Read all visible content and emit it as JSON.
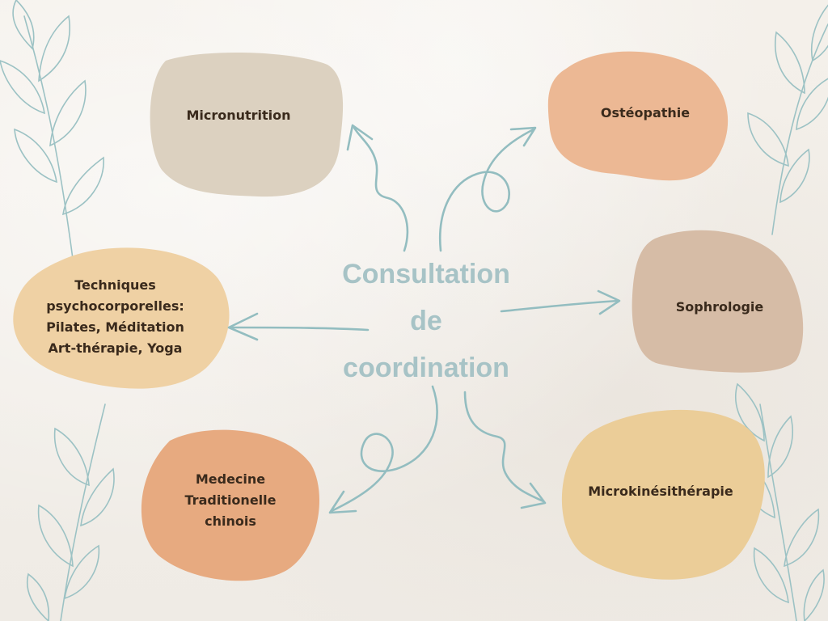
{
  "center": {
    "title": "Consultation\nde\ncoordination"
  },
  "nodes": {
    "micronutrition": {
      "label": "Micronutrition",
      "color": "#dcd1c0"
    },
    "osteopathie": {
      "label": "Ostéopathie",
      "color": "#ecb894"
    },
    "techniques": {
      "label": "Techniques\npsychocorporelles:\nPilates, Méditation\nArt-thérapie, Yoga",
      "color": "#efd1a4"
    },
    "sophrologie": {
      "label": "Sophrologie",
      "color": "#d6bca6"
    },
    "mtc": {
      "label": "Medecine\nTraditionelle\nchinois",
      "color": "#e7aa80"
    },
    "microkine": {
      "label": "Microkinésithérapie",
      "color": "#ebcd98"
    }
  },
  "colors": {
    "arrow": "#93bdc0",
    "leaf": "#9cc2c4",
    "text": "#3a2a1c",
    "title": "#a7c3c6"
  }
}
